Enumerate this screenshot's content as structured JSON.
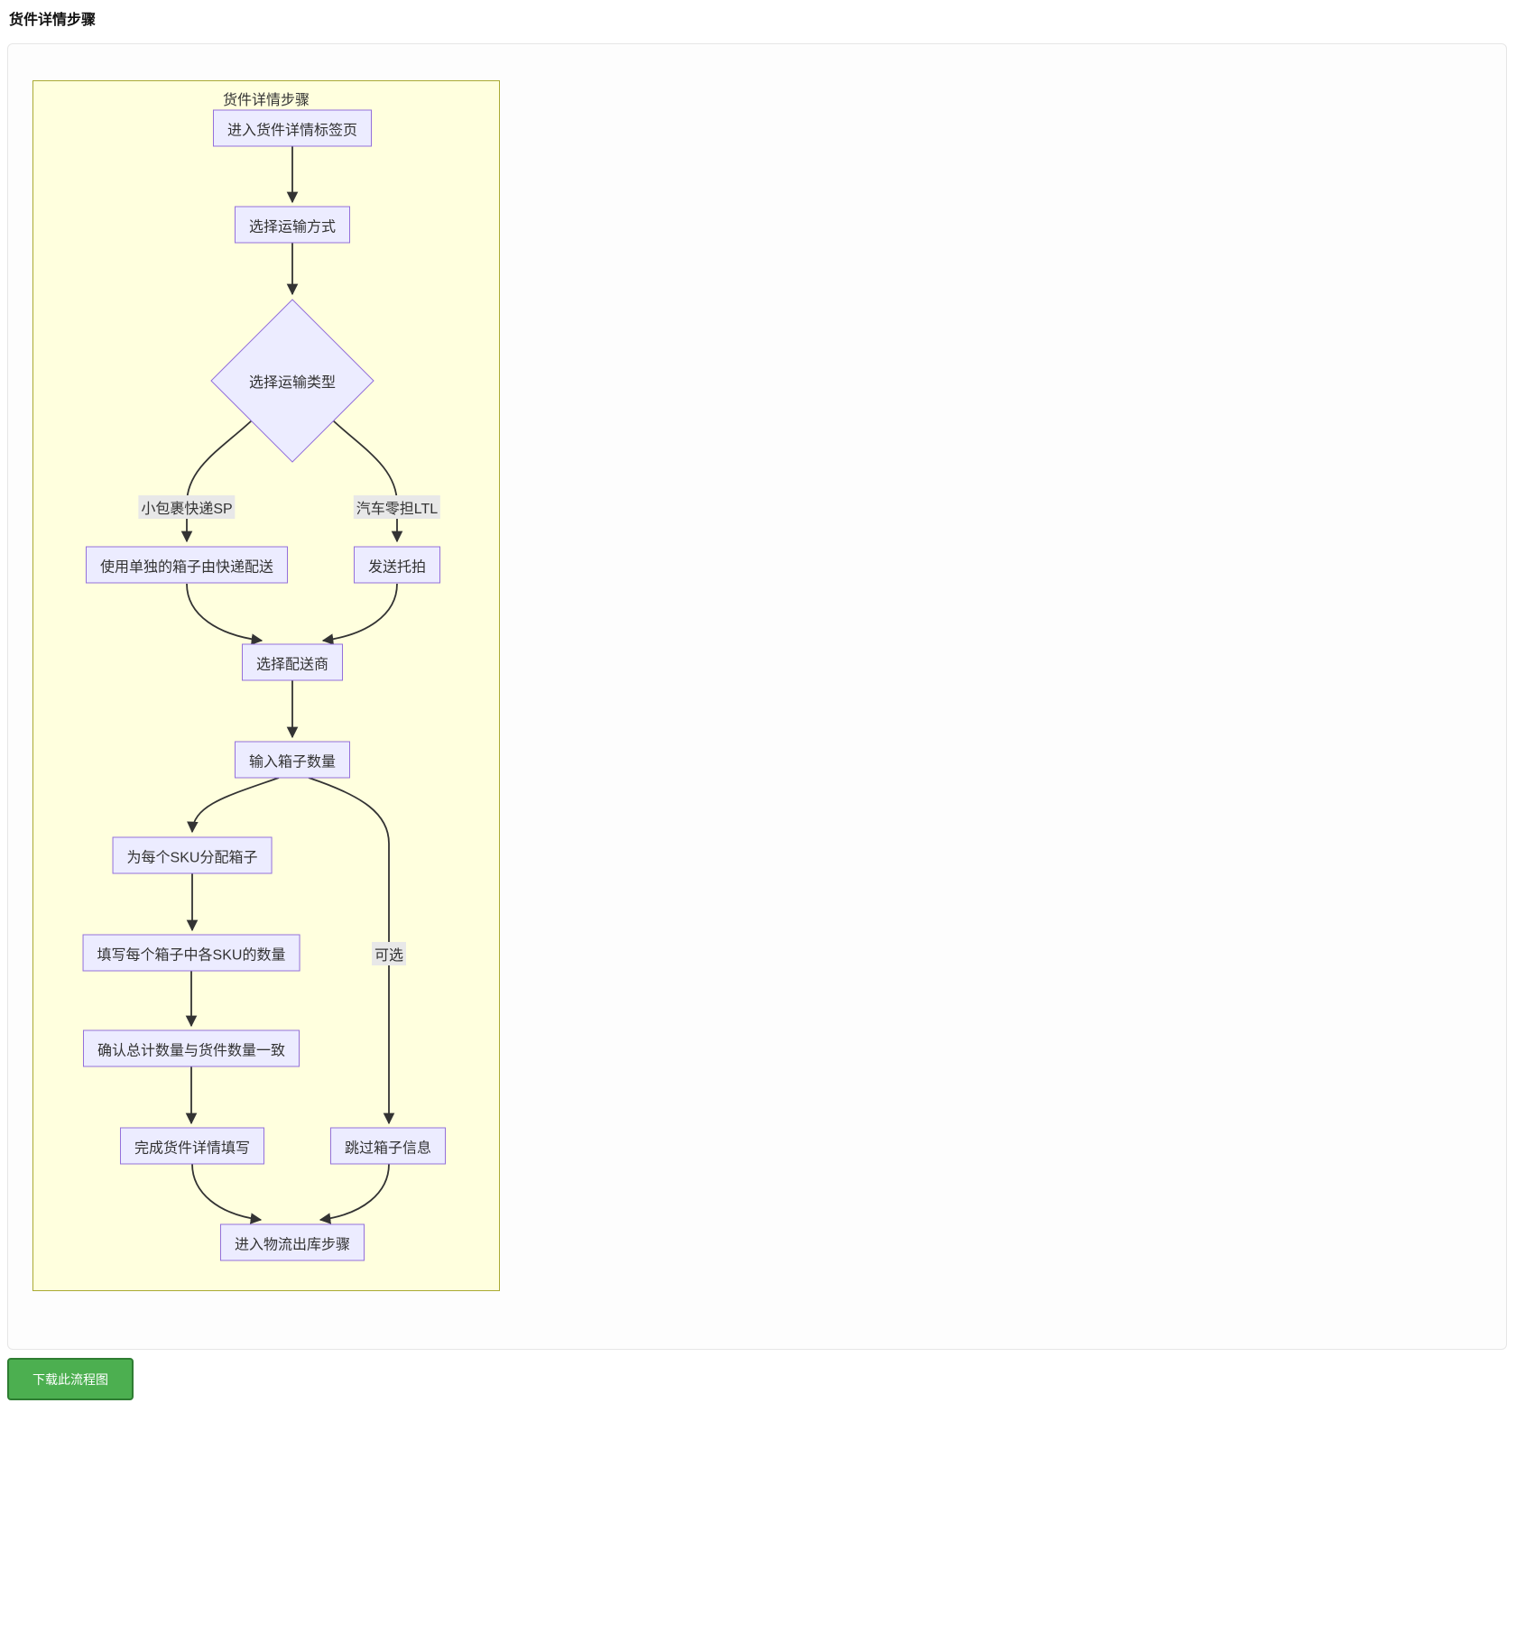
{
  "page": {
    "title": "货件详情步骤"
  },
  "flowchart": {
    "title": "货件详情步骤",
    "nodes": [
      {
        "id": "A",
        "type": "rect",
        "label": "进入货件详情标签页"
      },
      {
        "id": "B",
        "type": "rect",
        "label": "选择运输方式"
      },
      {
        "id": "C",
        "type": "diamond",
        "label": "选择运输类型"
      },
      {
        "id": "D",
        "type": "rect",
        "label": "使用单独的箱子由快递配送"
      },
      {
        "id": "E",
        "type": "rect",
        "label": "发送托拍"
      },
      {
        "id": "F",
        "type": "rect",
        "label": "选择配送商"
      },
      {
        "id": "G",
        "type": "rect",
        "label": "输入箱子数量"
      },
      {
        "id": "H",
        "type": "rect",
        "label": "为每个SKU分配箱子"
      },
      {
        "id": "I",
        "type": "rect",
        "label": "填写每个箱子中各SKU的数量"
      },
      {
        "id": "J",
        "type": "rect",
        "label": "确认总计数量与货件数量一致"
      },
      {
        "id": "K",
        "type": "rect",
        "label": "完成货件详情填写"
      },
      {
        "id": "L",
        "type": "rect",
        "label": "跳过箱子信息"
      },
      {
        "id": "M",
        "type": "rect",
        "label": "进入物流出库步骤"
      }
    ],
    "edge_labels": [
      {
        "label": "小包裹快递SP"
      },
      {
        "label": "汽车零担LTL"
      },
      {
        "label": "可选"
      }
    ],
    "colors": {
      "node_fill": "#ECECFF",
      "node_border": "#9370DB",
      "container_fill": "#ffffde",
      "container_border": "#aaaa33",
      "edge": "#333333",
      "edge_label_bg": "#e8e8e8"
    }
  },
  "actions": {
    "download_button_label": "下载此流程图",
    "download_button_color": "#4caf50"
  }
}
